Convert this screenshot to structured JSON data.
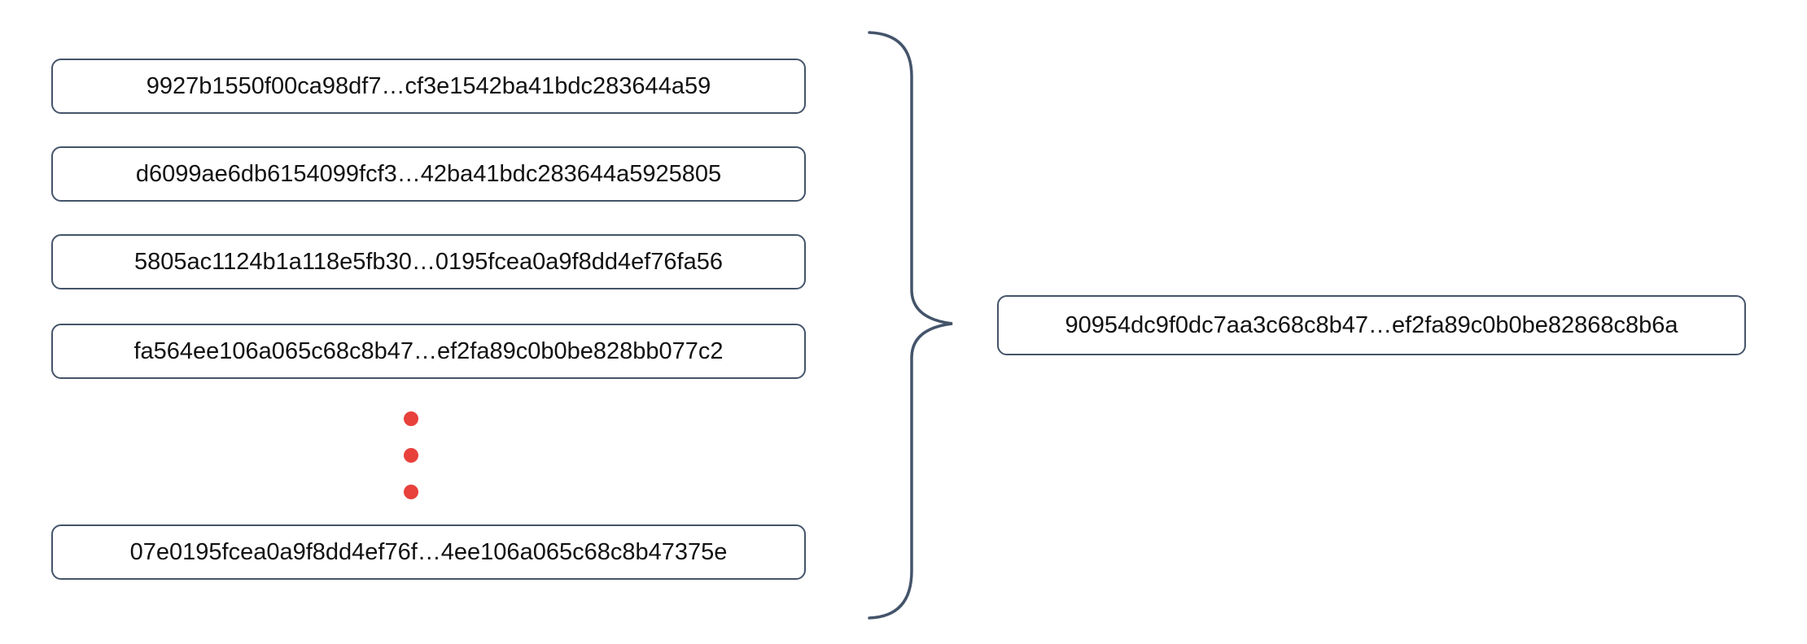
{
  "colors": {
    "outline": "#44546A",
    "dot_red": "#E8413C",
    "text": "#111111",
    "background": "#FFFFFF"
  },
  "left_column": {
    "blocks": [
      {
        "label": "9927b1550f00ca98df7…cf3e1542ba41bdc283644a59"
      },
      {
        "label": "d6099ae6db6154099fcf3…42ba41bdc283644a5925805"
      },
      {
        "label": "5805ac1124b1a118e5fb30…0195fcea0a9f8dd4ef76fa56"
      },
      {
        "label": "fa564ee106a065c68c8b47…ef2fa89c0b0be828bb077c2"
      },
      {
        "label": "07e0195fcea0a9f8dd4ef76f…4ee106a065c68c8b47375e"
      }
    ],
    "ellipsis_dot_count": 3
  },
  "right_column": {
    "result_block": {
      "label": "90954dc9f0dc7aa3c68c8b47…ef2fa89c0b0be82868c8b6a"
    }
  }
}
